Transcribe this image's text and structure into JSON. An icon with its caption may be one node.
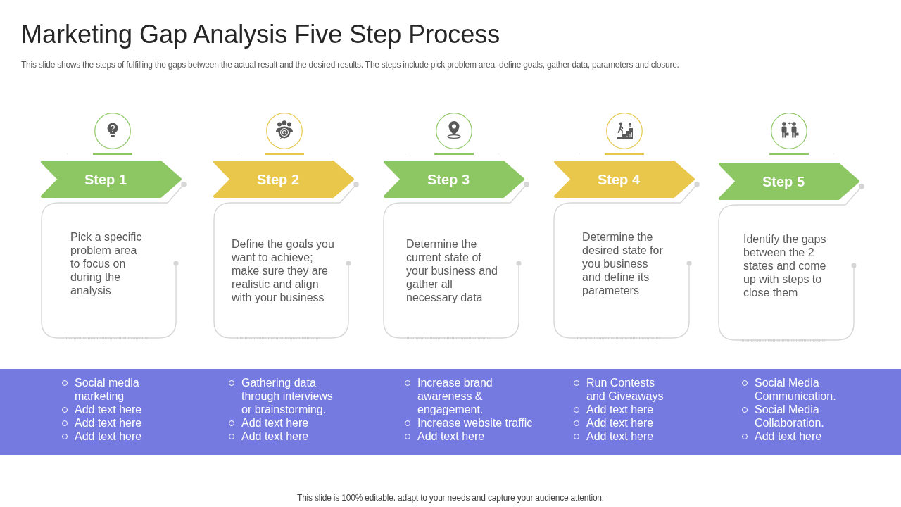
{
  "diagram": {
    "title": "Marketing Gap Analysis Five Step Process",
    "caption": "This slide is 100% editable. adapt to your needs and capture your audience attention.",
    "nodes": [
      {
        "text": [
          "Step 1"
        ]
      },
      {
        "text": [
          "Pick a specific problem area to focus on during the analysis"
        ]
      },
      {
        "text": [
          "Step 2"
        ]
      },
      {
        "text": [
          "Define the goals you want to achieve; make sure they are realistic and align with your business"
        ]
      },
      {
        "text": [
          "Step 3"
        ]
      },
      {
        "text": [
          "Determine the current state of your business and gather all necessary data"
        ]
      },
      {
        "text": [
          "Step 4"
        ]
      },
      {
        "text": [
          "Determine the desired state for you business and define its parameters"
        ]
      },
      {
        "text": [
          "Step 5"
        ]
      },
      {
        "text": [
          "Identify the gaps between the 2 states and come up with steps to close them"
        ]
      },
      {
        "text": [
          "Social media marketing",
          "Add text here",
          "Add text here",
          "Add text here",
          "Gathering data through interviews or brainstorming.",
          "Add text here",
          "Add text here",
          "Increase brand awareness & engagement.",
          "Increase website traffic",
          "Add text here",
          "Run Contests and Giveaways",
          "Add text here",
          "Add text here",
          "Add text here",
          "Social Media Communication.",
          "Social Media Collaboration.",
          "Add text here"
        ]
      }
    ],
    "edges": [
      {
        "from": 0,
        "to": 1,
        "arrow": "other"
      },
      {
        "from": 2,
        "to": 3,
        "arrow": "other"
      },
      {
        "from": 4,
        "to": 5,
        "arrow": "other"
      },
      {
        "from": 6,
        "to": 7,
        "arrow": "other"
      },
      {
        "from": 8,
        "to": 9,
        "arrow": "other"
      }
    ],
    "labels": [
      "This slide shows the steps of fulfilling the gaps between the actual result and the desired results. The steps include pick problem area, define goals, gather data, parameters and closure."
    ]
  }
}
